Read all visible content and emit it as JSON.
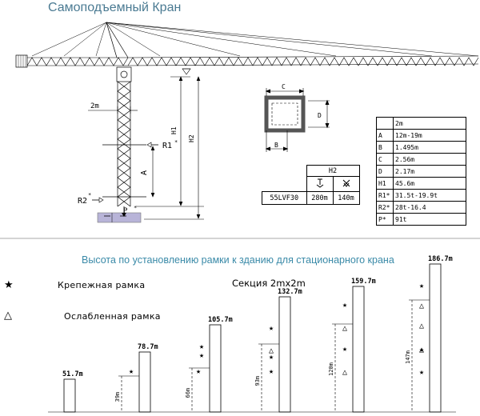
{
  "title": "Самоподъемный Кран",
  "subtitle": "Высота по установлению рамки к зданию для стационарного крана",
  "section_label": "Секция 2mx2m",
  "legend": {
    "star_glyph": "★",
    "star_label": "Крепежная рамка",
    "triangle_glyph": "△",
    "triangle_label": "Ослабленная рамка"
  },
  "crane_labels": {
    "width": "2m",
    "r1": "R1",
    "r2": "R2",
    "p": "P",
    "a": "A",
    "h1": "H1",
    "h2": "H2",
    "marker": "*"
  },
  "section_diagram": {
    "b": "B",
    "c": "C",
    "d": "D"
  },
  "h2_table": {
    "header": "H2",
    "model": "55LVF30",
    "value_a": "280m",
    "value_b": "140m"
  },
  "spec_table": {
    "header": "2m",
    "rows": [
      {
        "key": "A",
        "value": "12m-19m"
      },
      {
        "key": "B",
        "value": "1.495m"
      },
      {
        "key": "C",
        "value": "2.56m"
      },
      {
        "key": "D",
        "value": "2.17m"
      },
      {
        "key": "H1",
        "value": "45.6m"
      },
      {
        "key": "R1*",
        "value": "31.5t-19.9t"
      },
      {
        "key": "R2*",
        "value": "28t-16.4"
      },
      {
        "key": "P*",
        "value": "91t"
      }
    ]
  },
  "towers": [
    {
      "height_label": "51.7m",
      "dim_label": ""
    },
    {
      "height_label": "78.7m",
      "dim_label": "39m"
    },
    {
      "height_label": "105.7m",
      "dim_label": "66m"
    },
    {
      "height_label": "132.7m",
      "dim_label": "93m"
    },
    {
      "height_label": "159.7m",
      "dim_label": "120m"
    },
    {
      "height_label": "186.7m",
      "dim_label": "147m"
    }
  ],
  "colors": {
    "title": "#4a7a92",
    "subtitle": "#3a8aa8",
    "base": "#b8b4d8",
    "divider": "#aaaaaa"
  }
}
